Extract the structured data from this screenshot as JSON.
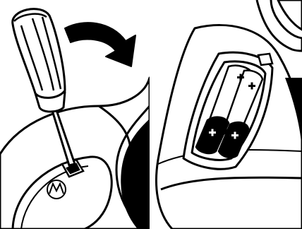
{
  "figure": {
    "panels": [
      {
        "step": "open-battery-cover",
        "icons": [
          "screwdriver-icon",
          "rotate-arrow-icon",
          "cover-screw-icon",
          "motorola-logo-icon"
        ]
      },
      {
        "step": "insert-batteries",
        "icons": [
          "battery-icon",
          "polarity-plus-icon"
        ]
      }
    ],
    "battery_count": 2,
    "colors": {
      "line": "#000000",
      "fill": "#ffffff"
    }
  }
}
